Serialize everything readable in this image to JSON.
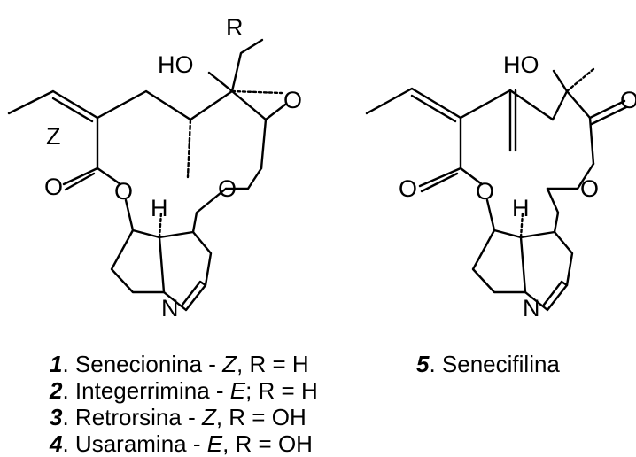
{
  "structures": {
    "left": {
      "labels": {
        "substituent": "R",
        "hydroxyl": "HO",
        "carbonyl_o_right": "O",
        "stereo": "Z",
        "carbonyl_o_left": "O",
        "ester_o_left": "O",
        "ester_o_right": "O",
        "hydrogen": "H",
        "nitrogen": "N"
      }
    },
    "right": {
      "labels": {
        "hydroxyl": "HO",
        "carbonyl_o_right": "O",
        "carbonyl_o_left": "O",
        "ester_o_left": "O",
        "ester_o_right": "O",
        "hydrogen": "H",
        "nitrogen": "N"
      }
    }
  },
  "legend": {
    "compounds": [
      {
        "number": "1",
        "name": "Senecionina - ",
        "isomer": "Z",
        "rest": ", R = H"
      },
      {
        "number": "2",
        "name": "Integerrimina - ",
        "isomer": "E",
        "rest": "; R = H"
      },
      {
        "number": "3",
        "name": "Retrorsina - ",
        "isomer": "Z",
        "rest": ", R = OH"
      },
      {
        "number": "4",
        "name": "Usaramina - ",
        "isomer": "E",
        "rest": ", R = OH"
      }
    ],
    "right_compound": {
      "number": "5",
      "name": "Senecifilina"
    }
  }
}
